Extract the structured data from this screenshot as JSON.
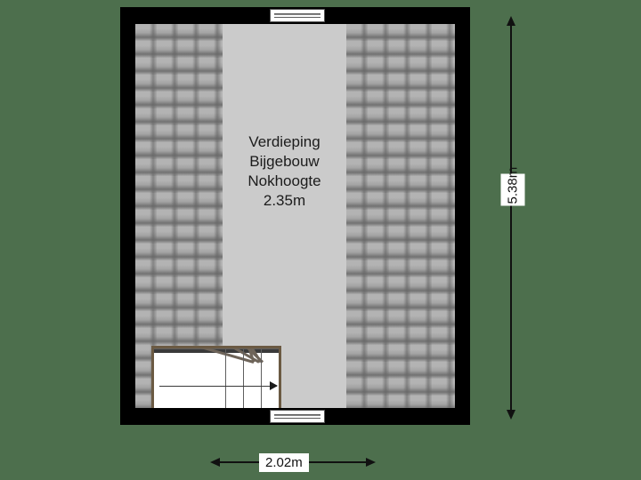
{
  "plan": {
    "background_color": "#4d6f4d",
    "wall_color": "#000000",
    "floor_color": "#cbcbcb",
    "roof_tile_color": "#9a9a9a"
  },
  "room": {
    "name_line1": "Verdieping",
    "name_line2": "Bijgebouw",
    "name_line3": "Nokhoogte",
    "height_label": "2.35m"
  },
  "dimensions": {
    "vertical": "5.38m",
    "horizontal": "2.02m"
  },
  "features": {
    "window_top": "window",
    "window_bottom": "window",
    "staircase": "staircase"
  }
}
